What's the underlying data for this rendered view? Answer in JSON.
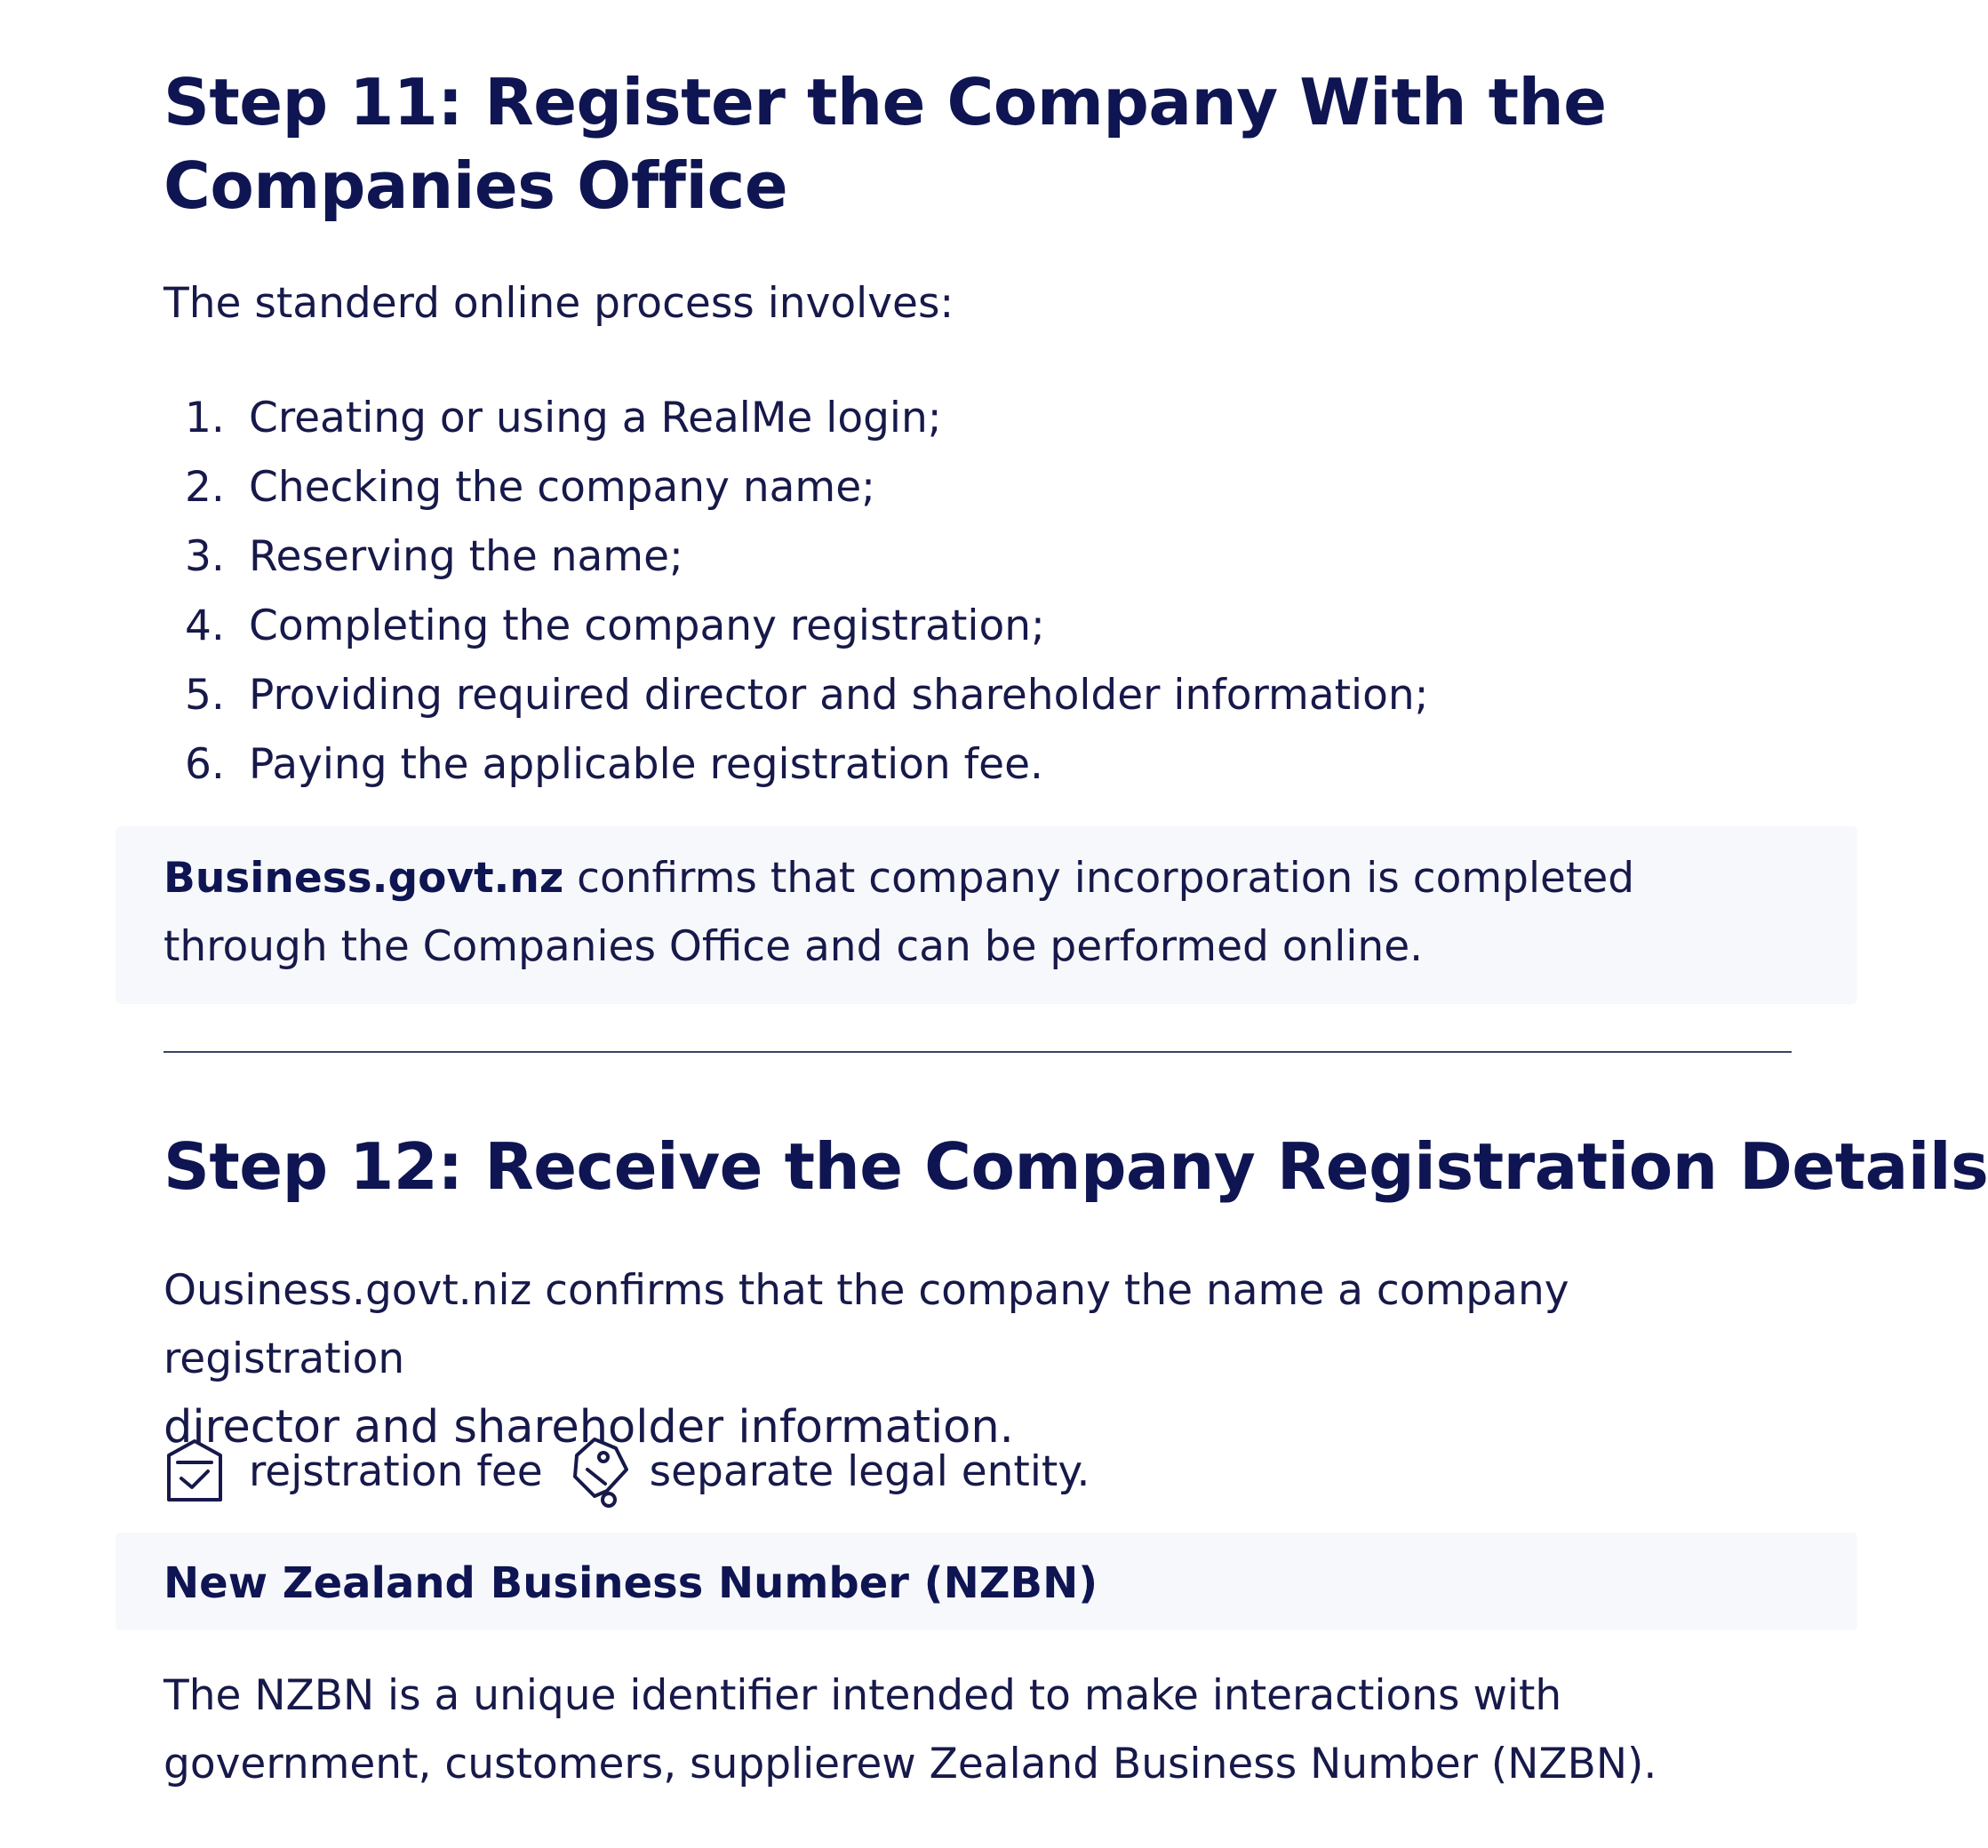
{
  "step11": {
    "heading": "Step 11: Register the Company With the Companies Office",
    "intro": "The standerd online process involves:",
    "steps": [
      {
        "num": "1.",
        "text": "Creating or using a RealMe login;"
      },
      {
        "num": "2.",
        "text": "Checking the company name;"
      },
      {
        "num": "3.",
        "text": "Reserving the name;"
      },
      {
        "num": "4.",
        "text": "Completing the company registration;"
      },
      {
        "num": "5.",
        "text": "Providing required director and shareholder information;"
      },
      {
        "num": "6.",
        "text": "Paying the applicable registration fee."
      }
    ],
    "confirm_bold": "Business.govt.nz",
    "confirm_rest": " confirms that company incorporation is completed through the Companies Office and can be performed online."
  },
  "step12": {
    "heading": "Step 12: Receive the Company Registration Details",
    "confirm_line1": "Ousiness.govt.niz confirms that the company the name a company registration",
    "confirm_line2": "director and shareholder information.",
    "chips": [
      {
        "icon": "document-check-icon",
        "label": "rejstration fee"
      },
      {
        "icon": "tag-icon",
        "label": "separate legal entity."
      }
    ],
    "subheading": "New Zealand Business Number (NZBN)",
    "nzbn_text": "The NZBN is a unique identifier intended to make interactions with government, customers, supplierew Zealand Business Number (NZBN)."
  }
}
